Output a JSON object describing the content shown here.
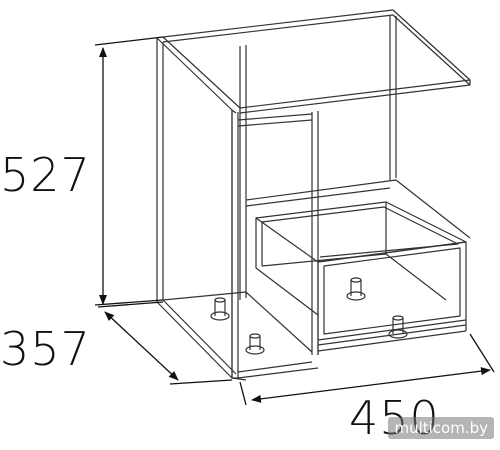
{
  "dimensions": {
    "height": "527",
    "depth": "357",
    "width": "450"
  },
  "watermark": "multicom.by"
}
